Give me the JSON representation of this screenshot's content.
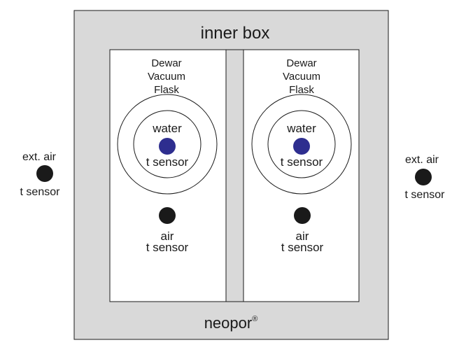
{
  "diagram": {
    "outer_label": "inner box",
    "bottom_label": "neopor",
    "bottom_label_mark": "®",
    "left_flask": {
      "title_line1": "Dewar",
      "title_line2": "Vacuum",
      "title_line3": "Flask",
      "water_label": "water",
      "water_sensor_label": "t sensor",
      "air_label": "air",
      "air_sensor_label": "t sensor"
    },
    "right_flask": {
      "title_line1": "Dewar",
      "title_line2": "Vacuum",
      "title_line3": "Flask",
      "water_label": "water",
      "water_sensor_label": "t sensor",
      "air_label": "air",
      "air_sensor_label": "t sensor"
    },
    "ext_left": {
      "line1": "ext. air",
      "line2": "t sensor"
    },
    "ext_right": {
      "line1": "ext. air",
      "line2": "t sensor"
    }
  },
  "colors": {
    "insulation": "#d9d9d9",
    "chamber": "#ffffff",
    "outline": "#1a1a1a",
    "water_sensor": "#2e2e8f",
    "air_sensor": "#1a1a1a"
  }
}
